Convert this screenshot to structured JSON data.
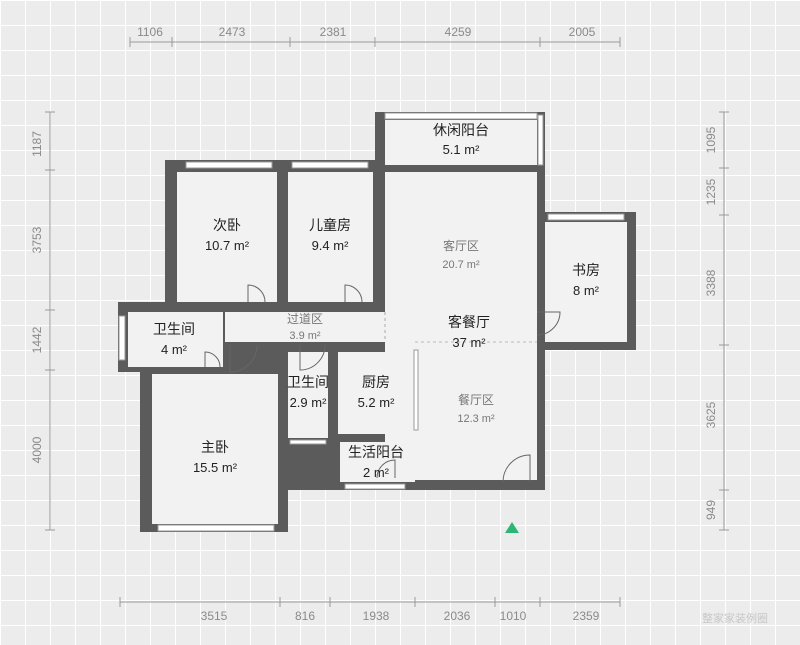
{
  "dimensions": {
    "top": [
      "1106",
      "2473",
      "2381",
      "4259",
      "2005"
    ],
    "bottom": [
      "3515",
      "816",
      "1938",
      "2036",
      "1010",
      "2359"
    ],
    "left": [
      "1187",
      "3753",
      "1442",
      "4000"
    ],
    "right": [
      "1095",
      "1235",
      "3388",
      "3625",
      "949"
    ]
  },
  "rooms": {
    "leisure_balcony": {
      "name": "休闲阳台",
      "area": "5.1 m²"
    },
    "second_bedroom": {
      "name": "次卧",
      "area": "10.7 m²"
    },
    "kids_room": {
      "name": "儿童房",
      "area": "9.4 m²"
    },
    "living_zone": {
      "name": "客厅区",
      "area": "20.7 m²"
    },
    "study": {
      "name": "书房",
      "area": "8 m²"
    },
    "passage": {
      "name": "过道区",
      "area": "3.9 m²"
    },
    "bathroom1": {
      "name": "卫生间",
      "area": "4 m²"
    },
    "living_dining": {
      "name": "客餐厅",
      "area": "37 m²"
    },
    "bathroom2": {
      "name": "卫生间",
      "area": "2.9 m²"
    },
    "kitchen": {
      "name": "厨房",
      "area": "5.2 m²"
    },
    "dining_zone": {
      "name": "餐厅区",
      "area": "12.3 m²"
    },
    "master_bedroom": {
      "name": "主卧",
      "area": "15.5 m²"
    },
    "utility_balcony": {
      "name": "生活阳台",
      "area": "2 m²"
    }
  },
  "entrance_marker": {
    "icon": "entrance-arrow-icon",
    "color": "#2db573"
  },
  "watermark": "整家家装例圈"
}
